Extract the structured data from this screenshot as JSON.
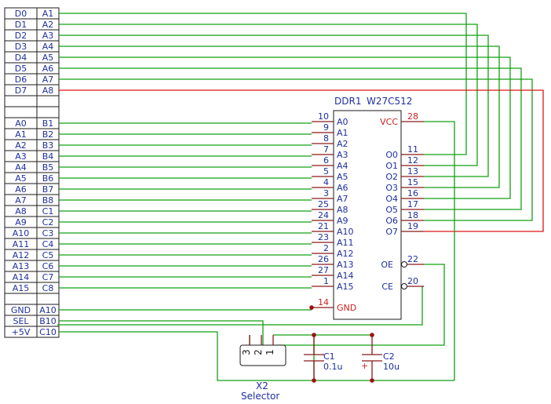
{
  "connector": {
    "rows": [
      {
        "left": "D0",
        "right": "A1"
      },
      {
        "left": "D1",
        "right": "A2"
      },
      {
        "left": "D2",
        "right": "A3"
      },
      {
        "left": "D3",
        "right": "A4"
      },
      {
        "left": "D4",
        "right": "A5"
      },
      {
        "left": "D5",
        "right": "A6"
      },
      {
        "left": "D6",
        "right": "A7"
      },
      {
        "left": "D7",
        "right": "A8"
      },
      {
        "left": "",
        "right": ""
      },
      {
        "left": "",
        "right": ""
      },
      {
        "left": "A0",
        "right": "B1"
      },
      {
        "left": "A1",
        "right": "B2"
      },
      {
        "left": "A2",
        "right": "B3"
      },
      {
        "left": "A3",
        "right": "B4"
      },
      {
        "left": "A4",
        "right": "B5"
      },
      {
        "left": "A5",
        "right": "B6"
      },
      {
        "left": "A6",
        "right": "B7"
      },
      {
        "left": "A7",
        "right": "B8"
      },
      {
        "left": "A8",
        "right": "C1"
      },
      {
        "left": "A9",
        "right": "C2"
      },
      {
        "left": "A10",
        "right": "C3"
      },
      {
        "left": "A11",
        "right": "C4"
      },
      {
        "left": "A12",
        "right": "C5"
      },
      {
        "left": "A13",
        "right": "C6"
      },
      {
        "left": "A14",
        "right": "C7"
      },
      {
        "left": "A15",
        "right": "C8"
      },
      {
        "left": "",
        "right": ""
      },
      {
        "left": "GND",
        "right": "A10"
      },
      {
        "left": "SEL",
        "right": "B10"
      },
      {
        "left": "+5V",
        "right": "C10"
      }
    ]
  },
  "chip": {
    "ref": "DDR1",
    "value": "W27C512",
    "left_pins": [
      {
        "name": "A0",
        "num": "10"
      },
      {
        "name": "A1",
        "num": "9"
      },
      {
        "name": "A2",
        "num": "8"
      },
      {
        "name": "A3",
        "num": "7"
      },
      {
        "name": "A4",
        "num": "6"
      },
      {
        "name": "A5",
        "num": "5"
      },
      {
        "name": "A6",
        "num": "4"
      },
      {
        "name": "A7",
        "num": "3"
      },
      {
        "name": "A8",
        "num": "25"
      },
      {
        "name": "A9",
        "num": "24"
      },
      {
        "name": "A10",
        "num": "21"
      },
      {
        "name": "A11",
        "num": "23"
      },
      {
        "name": "A12",
        "num": "2"
      },
      {
        "name": "A13",
        "num": "26"
      },
      {
        "name": "A14",
        "num": "27"
      },
      {
        "name": "A15",
        "num": "1"
      }
    ],
    "gnd": {
      "name": "GND",
      "num": "14"
    },
    "vcc": {
      "name": "VCC",
      "num": "28"
    },
    "right_pins": [
      {
        "name": "O0",
        "num": "11"
      },
      {
        "name": "O1",
        "num": "12"
      },
      {
        "name": "O2",
        "num": "13"
      },
      {
        "name": "O3",
        "num": "15"
      },
      {
        "name": "O4",
        "num": "16"
      },
      {
        "name": "O5",
        "num": "17"
      },
      {
        "name": "O6",
        "num": "18"
      },
      {
        "name": "O7",
        "num": "19"
      }
    ],
    "oe": {
      "name": "OE",
      "num": "22"
    },
    "ce": {
      "name": "CE",
      "num": "20"
    }
  },
  "c1": {
    "ref": "C1",
    "value": "0.1u"
  },
  "c2": {
    "ref": "C2",
    "value": "10u"
  },
  "x2": {
    "ref": "X2",
    "value": "Selector",
    "pins": [
      "3",
      "2",
      "1"
    ]
  },
  "colors": {
    "wire": "#13a013",
    "power_wire": "#dd1414",
    "pin_text": "#1e2f9e",
    "power_text": "#cc1f1f"
  }
}
